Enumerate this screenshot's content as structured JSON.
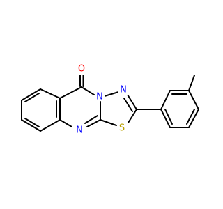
{
  "molecule": {
    "atoms": [
      {
        "id": "O1",
        "label": "O",
        "color": "#ff0000"
      },
      {
        "id": "N3",
        "label": "N",
        "color": "#0000ff"
      },
      {
        "id": "N4",
        "label": "N",
        "color": "#0000ff"
      },
      {
        "id": "S1",
        "label": "S",
        "color": "#b8a000"
      },
      {
        "id": "N10",
        "label": "N",
        "color": "#0000ff"
      }
    ],
    "bond_color": "#000000"
  }
}
